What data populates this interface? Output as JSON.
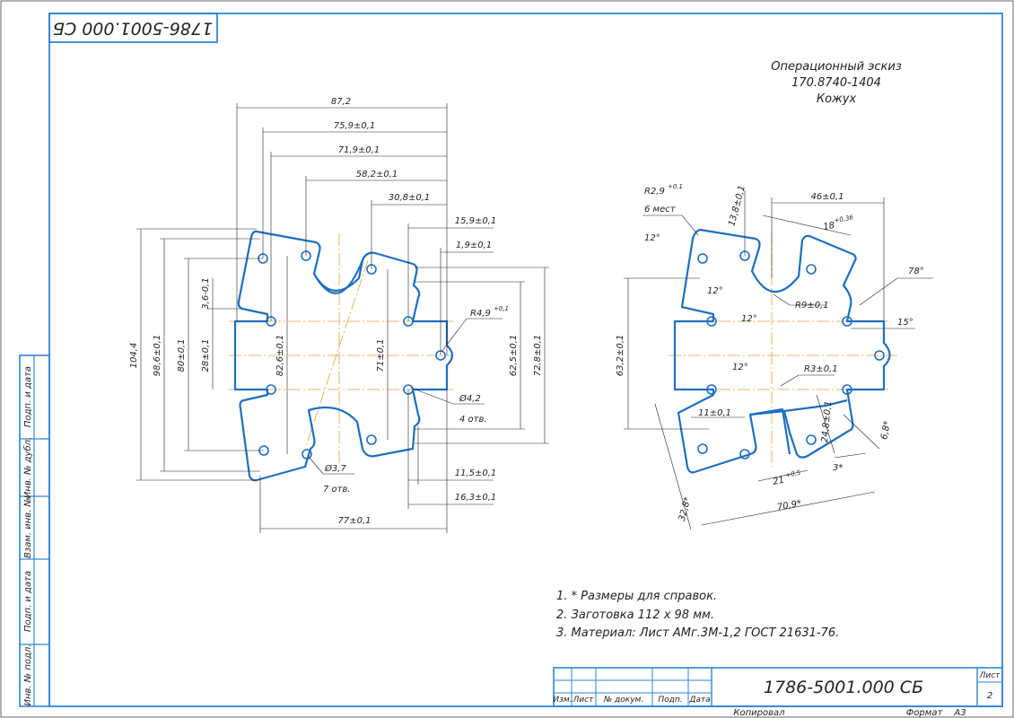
{
  "stamp_code": "1786-5001.000 СБ",
  "header": {
    "line1": "Операционный эскиз",
    "line2": "170.8740-1404",
    "line3": "Кожух"
  },
  "notes": [
    "1. * Размеры для справок.",
    "2. Заготовка 112 х 98 мм.",
    "3. Материал: Лист АМг.3М-1,2 ГОСТ 21631-76."
  ],
  "title_block": {
    "code": "1786-5001.000 СБ",
    "sheet_label": "Лист",
    "sheet_number": "2",
    "col_izm": "Изм.",
    "col_list": "Лист",
    "col_doc": "№ докум.",
    "col_sign": "Подп.",
    "col_date": "Дата",
    "copied": "Копировал",
    "format_label": "Формат",
    "format_value": "А3"
  },
  "side_labels": [
    "Подп. и дата",
    "Инв. № дубл.",
    "Взам. инв. №",
    "Подп. и дата",
    "Инв. № подл."
  ],
  "left_view": {
    "dims_h": [
      "87,2",
      "75,9±0,1",
      "71,9±0,1",
      "58,2±0,1",
      "30,8±0,1",
      "15,9±0,1",
      "1,9±0,1",
      "11,5±0,1",
      "16,3±0,1",
      "77±0,1"
    ],
    "dims_v": [
      "104,4",
      "98,6±0,1",
      "80±0,1",
      "28±0,1",
      "3,6-0,1",
      "82,6±0,1",
      "71±0,1",
      "62,5±0,1",
      "72,8±0,1"
    ],
    "callouts": {
      "r49": "R4,9",
      "r49_tol": "+0,1",
      "d42": "Ø4,2",
      "d42_count": "4 отв.",
      "d37": "Ø3,7",
      "d37_count": "7 отв."
    }
  },
  "right_view": {
    "dims": [
      "46±0,1",
      "13,8±0,1",
      "18",
      "+0,36",
      "R9±0,1",
      "78°",
      "15°",
      "12°",
      "12°",
      "12°",
      "12°",
      "R3±0,1",
      "24,8±0,1",
      "11±0,1",
      "6,8*",
      "3*",
      "21",
      "+0,5",
      "70,9*",
      "32,8*",
      "63,2±0,1"
    ],
    "callouts": {
      "r29": "R2,9",
      "r29_tol": "+0,1",
      "r29_count": "6 мест"
    }
  }
}
